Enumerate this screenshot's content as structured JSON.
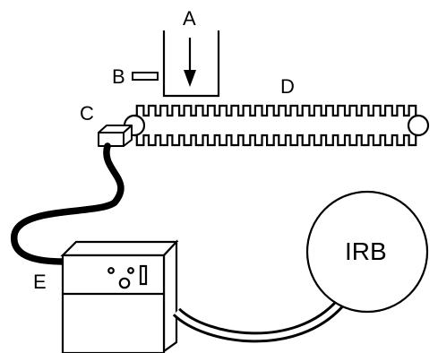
{
  "labels": {
    "a": "A",
    "b": "B",
    "c": "C",
    "d": "D",
    "e": "E",
    "irb": "IRB"
  },
  "colors": {
    "line": "#000000",
    "background": "#ffffff",
    "cable_outline": "#000000",
    "cable_fill": "#ffffff"
  },
  "conveyor": {
    "teeth_per_side": 24
  }
}
